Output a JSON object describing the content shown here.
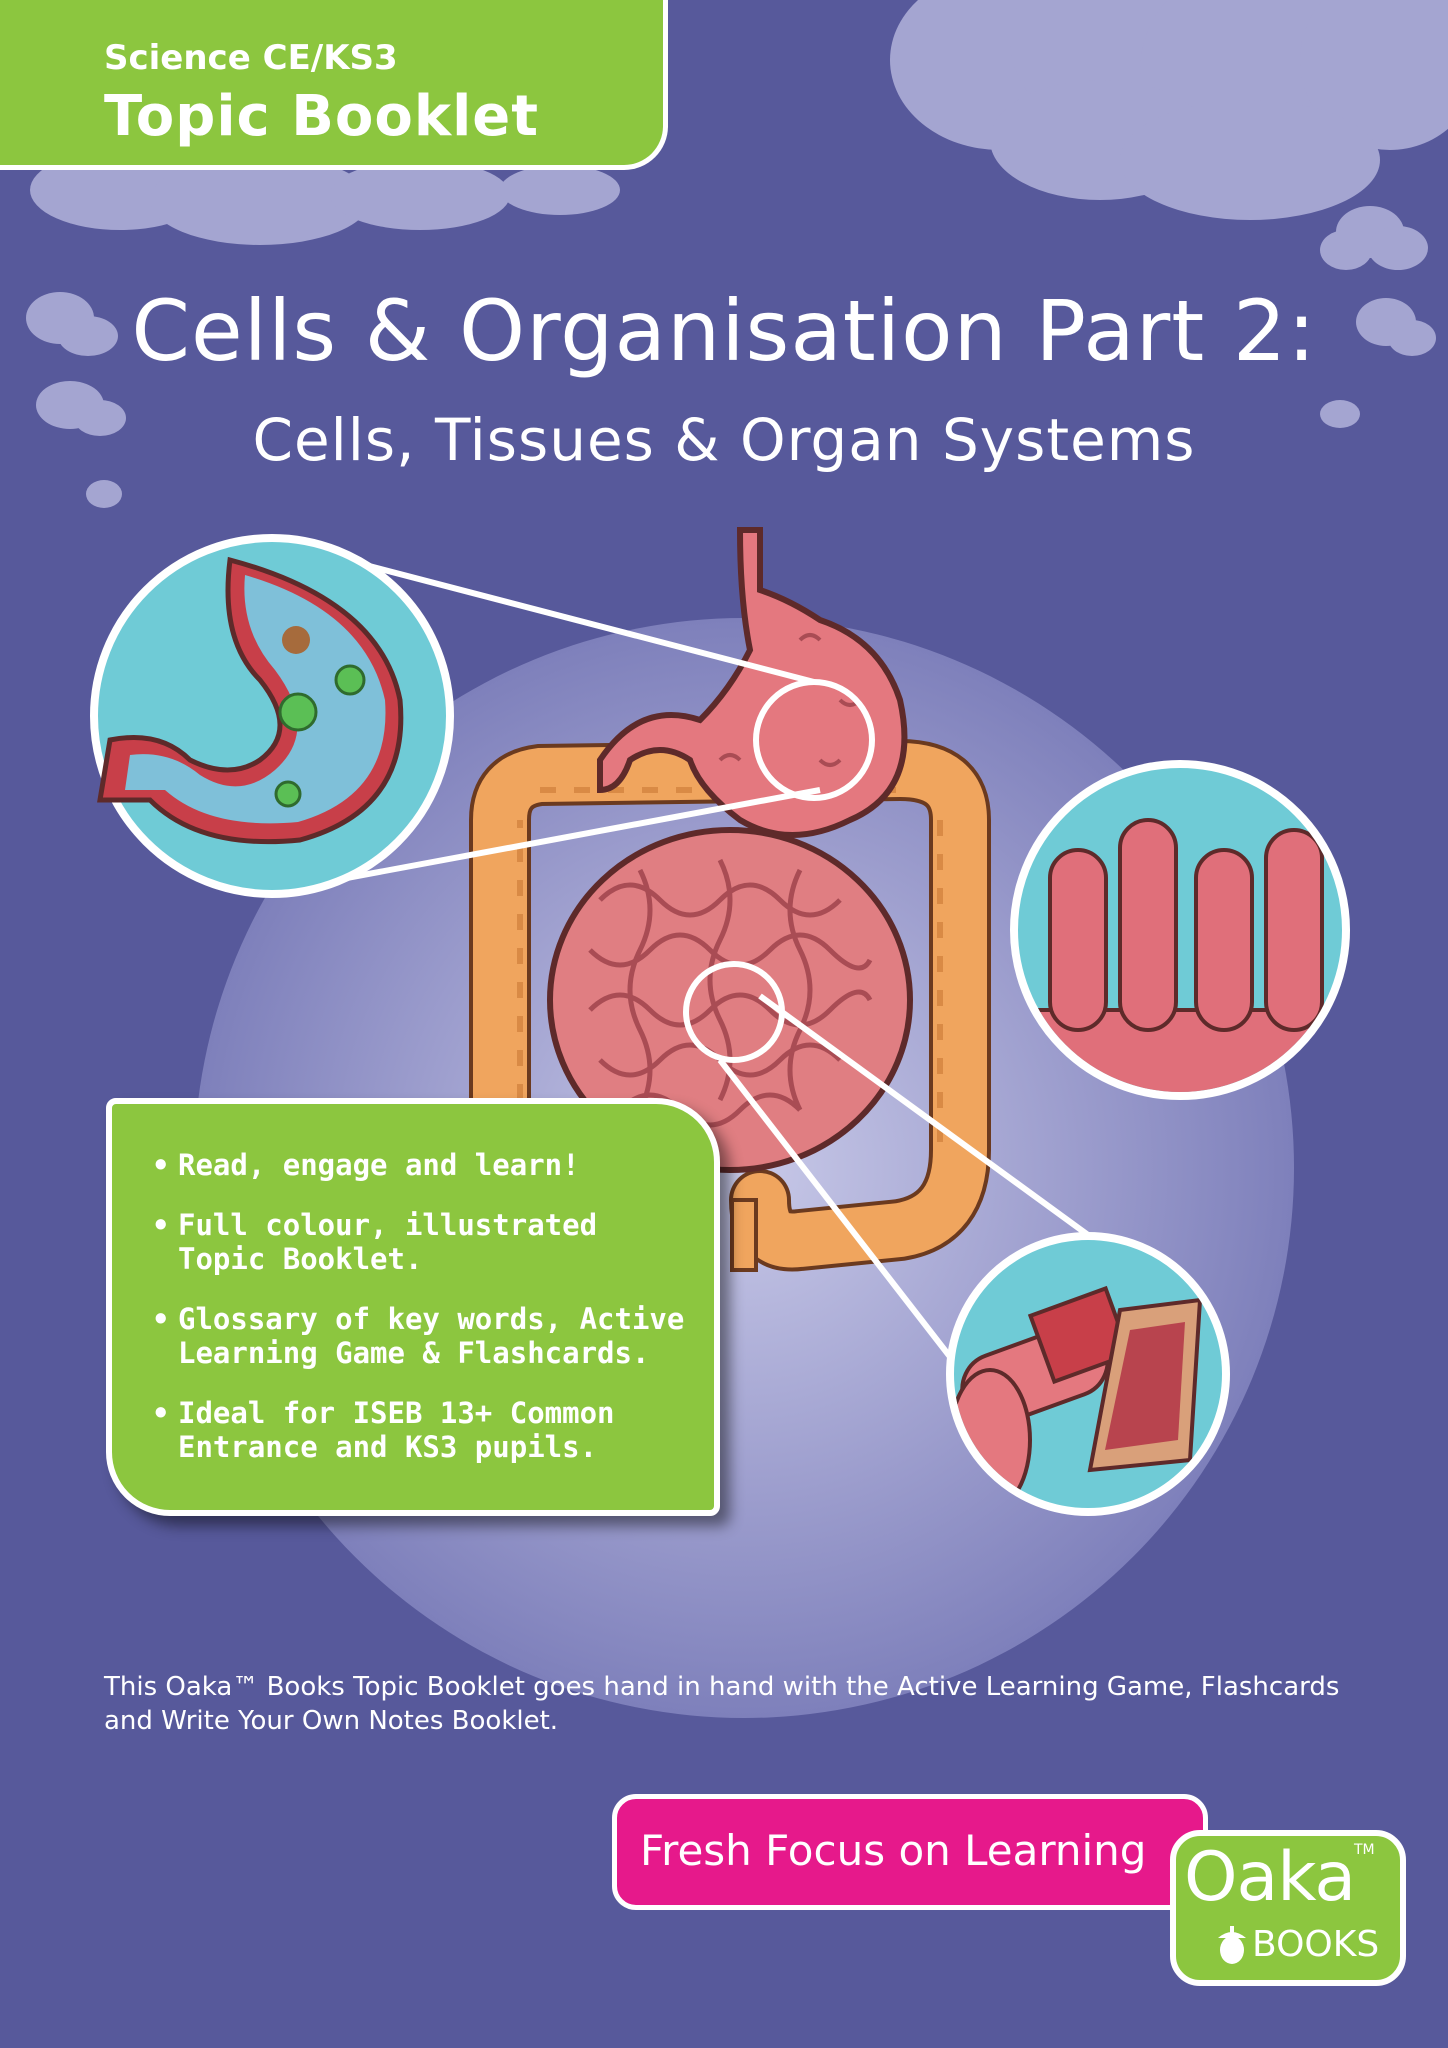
{
  "series": {
    "subject": "Science CE/KS3",
    "type": "Topic Booklet"
  },
  "title": {
    "main": "Cells & Organisation Part 2:",
    "sub": "Cells, Tissues & Organ Systems"
  },
  "features": [
    {
      "bullet": "•",
      "text": "Read, engage and learn!"
    },
    {
      "bullet": "•",
      "text": "Full colour, illustrated Topic Booklet."
    },
    {
      "bullet": "•",
      "text": "Glossary of key words, Active Learning Game & Flashcards."
    },
    {
      "bullet": "•",
      "text": "Ideal for ISEB 13+ Common Entrance and KS3 pupils."
    }
  ],
  "footer_note": "This Oaka™ Books Topic Booklet goes hand in hand with the Active Learning Game, Flashcards and Write Your Own Notes Booklet.",
  "tagline": "Fresh Focus on Learning",
  "logo": {
    "name": "Oaka",
    "tm": "TM",
    "sub": "BOOKS"
  },
  "colors": {
    "background": "#57599b",
    "accent_green": "#8cc63f",
    "accent_pink": "#e6198b"
  },
  "icons": [
    "digestive-system-illustration",
    "stomach-closeup-illustration",
    "villi-closeup-illustration",
    "intestine-tissue-closeup-illustration",
    "acorn-icon"
  ]
}
